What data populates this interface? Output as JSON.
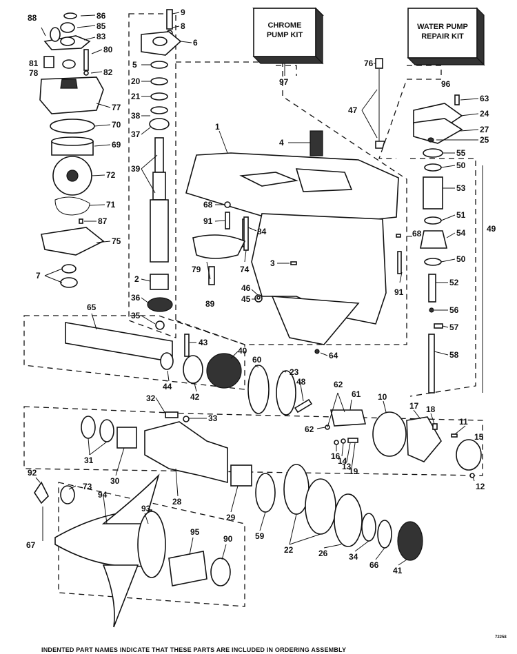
{
  "kits": {
    "chrome": {
      "line1": "CHROME",
      "line2": "PUMP KIT"
    },
    "water": {
      "line1": "WATER PUMP",
      "line2": "REPAIR KIT"
    }
  },
  "reference_code": "72258",
  "footer_note": "INDENTED PART NAMES INDICATE THAT THESE PARTS ARE INCLUDED IN ORDERING ASSEMBLY",
  "callouts": [
    {
      "id": "c88",
      "num": "88"
    },
    {
      "id": "c86",
      "num": "86"
    },
    {
      "id": "c85",
      "num": "85"
    },
    {
      "id": "c83",
      "num": "83"
    },
    {
      "id": "c80",
      "num": "80"
    },
    {
      "id": "c81",
      "num": "81"
    },
    {
      "id": "c78",
      "num": "78"
    },
    {
      "id": "c82",
      "num": "82"
    },
    {
      "id": "c77",
      "num": "77"
    },
    {
      "id": "c70",
      "num": "70"
    },
    {
      "id": "c69",
      "num": "69"
    },
    {
      "id": "c72",
      "num": "72"
    },
    {
      "id": "c71",
      "num": "71"
    },
    {
      "id": "c87",
      "num": "87"
    },
    {
      "id": "c75",
      "num": "75"
    },
    {
      "id": "c7",
      "num": "7"
    },
    {
      "id": "c9",
      "num": "9"
    },
    {
      "id": "c8",
      "num": "8"
    },
    {
      "id": "c6",
      "num": "6"
    },
    {
      "id": "c5",
      "num": "5"
    },
    {
      "id": "c20",
      "num": "20"
    },
    {
      "id": "c21",
      "num": "21"
    },
    {
      "id": "c38",
      "num": "38"
    },
    {
      "id": "c37",
      "num": "37"
    },
    {
      "id": "c39",
      "num": "39"
    },
    {
      "id": "c2",
      "num": "2"
    },
    {
      "id": "c36",
      "num": "36"
    },
    {
      "id": "c35",
      "num": "35"
    },
    {
      "id": "c97",
      "num": "97"
    },
    {
      "id": "c1",
      "num": "1"
    },
    {
      "id": "c4",
      "num": "4"
    },
    {
      "id": "c68a",
      "num": "68"
    },
    {
      "id": "c91a",
      "num": "91"
    },
    {
      "id": "c84",
      "num": "84"
    },
    {
      "id": "c79",
      "num": "79"
    },
    {
      "id": "c74",
      "num": "74"
    },
    {
      "id": "c3",
      "num": "3"
    },
    {
      "id": "c46",
      "num": "46"
    },
    {
      "id": "c45",
      "num": "45"
    },
    {
      "id": "c89",
      "num": "89"
    },
    {
      "id": "c76",
      "num": "76"
    },
    {
      "id": "c47",
      "num": "47"
    },
    {
      "id": "c96",
      "num": "96"
    },
    {
      "id": "c63",
      "num": "63"
    },
    {
      "id": "c24",
      "num": "24"
    },
    {
      "id": "c27",
      "num": "27"
    },
    {
      "id": "c25",
      "num": "25"
    },
    {
      "id": "c55",
      "num": "55"
    },
    {
      "id": "c50a",
      "num": "50"
    },
    {
      "id": "c53",
      "num": "53"
    },
    {
      "id": "c51",
      "num": "51"
    },
    {
      "id": "c54",
      "num": "54"
    },
    {
      "id": "c68b",
      "num": "68"
    },
    {
      "id": "c50b",
      "num": "50"
    },
    {
      "id": "c49",
      "num": "49"
    },
    {
      "id": "c52",
      "num": "52"
    },
    {
      "id": "c91b",
      "num": "91"
    },
    {
      "id": "c56",
      "num": "56"
    },
    {
      "id": "c57",
      "num": "57"
    },
    {
      "id": "c58",
      "num": "58"
    },
    {
      "id": "c64",
      "num": "64"
    },
    {
      "id": "c65",
      "num": "65"
    },
    {
      "id": "c43",
      "num": "43"
    },
    {
      "id": "c40",
      "num": "40"
    },
    {
      "id": "c44",
      "num": "44"
    },
    {
      "id": "c42",
      "num": "42"
    },
    {
      "id": "c60",
      "num": "60"
    },
    {
      "id": "c23",
      "num": "23"
    },
    {
      "id": "c48",
      "num": "48"
    },
    {
      "id": "c62a",
      "num": "62"
    },
    {
      "id": "c61",
      "num": "61"
    },
    {
      "id": "c10",
      "num": "10"
    },
    {
      "id": "c17",
      "num": "17"
    },
    {
      "id": "c18",
      "num": "18"
    },
    {
      "id": "c11",
      "num": "11"
    },
    {
      "id": "c15",
      "num": "15"
    },
    {
      "id": "c62b",
      "num": "62"
    },
    {
      "id": "c16",
      "num": "16"
    },
    {
      "id": "c14",
      "num": "14"
    },
    {
      "id": "c13",
      "num": "13"
    },
    {
      "id": "c19",
      "num": "19"
    },
    {
      "id": "c12",
      "num": "12"
    },
    {
      "id": "c32",
      "num": "32"
    },
    {
      "id": "c33",
      "num": "33"
    },
    {
      "id": "c31",
      "num": "31"
    },
    {
      "id": "c30",
      "num": "30"
    },
    {
      "id": "c28",
      "num": "28"
    },
    {
      "id": "c29",
      "num": "29"
    },
    {
      "id": "c59",
      "num": "59"
    },
    {
      "id": "c22",
      "num": "22"
    },
    {
      "id": "c26",
      "num": "26"
    },
    {
      "id": "c34",
      "num": "34"
    },
    {
      "id": "c66",
      "num": "66"
    },
    {
      "id": "c41",
      "num": "41"
    },
    {
      "id": "c92",
      "num": "92"
    },
    {
      "id": "c73",
      "num": "73"
    },
    {
      "id": "c94",
      "num": "94"
    },
    {
      "id": "c93",
      "num": "93"
    },
    {
      "id": "c67",
      "num": "67"
    },
    {
      "id": "c95",
      "num": "95"
    },
    {
      "id": "c90",
      "num": "90"
    }
  ]
}
